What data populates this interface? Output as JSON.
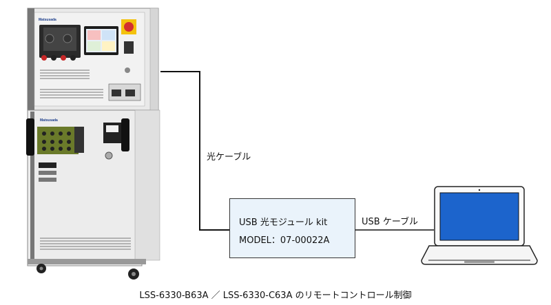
{
  "optical_cable_label": "光ケーブル",
  "usb_cable_label": "USB ケーブル",
  "module": {
    "line1": "USB 光モジュール kit",
    "line2": "MODEL：07-00022A"
  },
  "caption": "LSS-6330-B63A ／ LSS-6330-C63A のリモートコントロール制御",
  "device": {
    "brand_top": "Matsusada",
    "brand_bottom": "Matsusada"
  }
}
